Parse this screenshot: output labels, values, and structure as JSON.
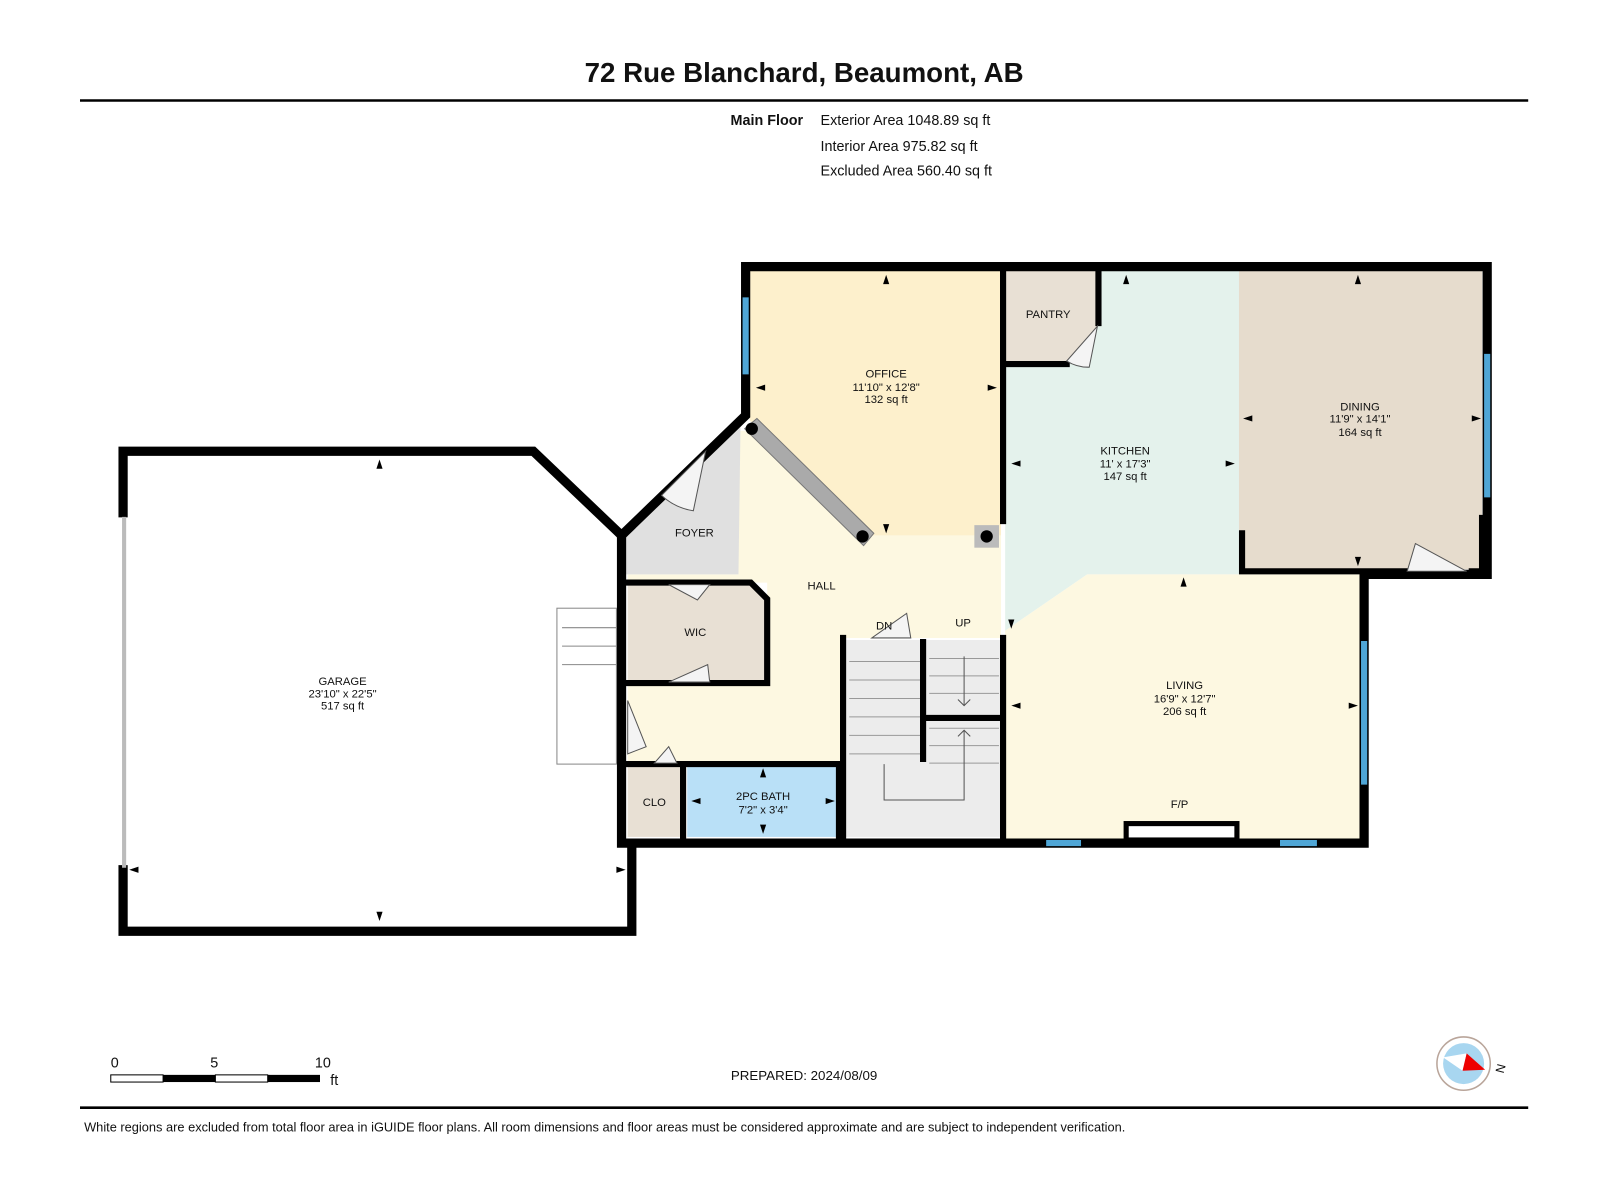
{
  "title": "72 Rue Blanchard, Beaumont, AB",
  "floor": {
    "name": "Main Floor",
    "areas": [
      "Exterior Area 1048.89 sq ft",
      "Interior Area 975.82 sq ft",
      "Excluded Area 560.40 sq ft"
    ]
  },
  "rooms": {
    "office": {
      "name": "OFFICE",
      "dims": "11'10\" x 12'8\"",
      "area": "132 sq ft"
    },
    "kitchen": {
      "name": "KITCHEN",
      "dims": "11' x 17'3\"",
      "area": "147 sq ft"
    },
    "dining": {
      "name": "DINING",
      "dims": "11'9\" x 14'1\"",
      "area": "164 sq ft"
    },
    "living": {
      "name": "LIVING",
      "dims": "16'9\" x 12'7\"",
      "area": "206 sq ft"
    },
    "garage": {
      "name": "GARAGE",
      "dims": "23'10\" x 22'5\"",
      "area": "517 sq ft"
    },
    "bath": {
      "name": "2PC BATH",
      "dims": "7'2\" x 3'4\""
    },
    "pantry": {
      "name": "PANTRY"
    },
    "foyer": {
      "name": "FOYER"
    },
    "hall": {
      "name": "HALL"
    },
    "wic": {
      "name": "WIC"
    },
    "clo": {
      "name": "CLO"
    },
    "fp": {
      "name": "F/P"
    },
    "dn": {
      "name": "DN"
    },
    "up": {
      "name": "UP"
    }
  },
  "scale": {
    "ticks": [
      "0",
      "5",
      "10"
    ],
    "unit": "ft"
  },
  "compass": {
    "label": "N"
  },
  "prepared": "PREPARED: 2024/08/09",
  "footer": "White regions are excluded from total floor area in iGUIDE floor plans. All room dimensions and floor areas must be considered approximate and are subject to independent verification.",
  "colors": {
    "office": "#fdf0cc",
    "hall": "#fdf8e1",
    "kitchen": "#e4f2ec",
    "dining": "#e6dccd",
    "bath": "#b9e0f7",
    "storage": "#e8e0d4",
    "foyer": "#e0e0e0",
    "window": "#4fa6d6"
  }
}
